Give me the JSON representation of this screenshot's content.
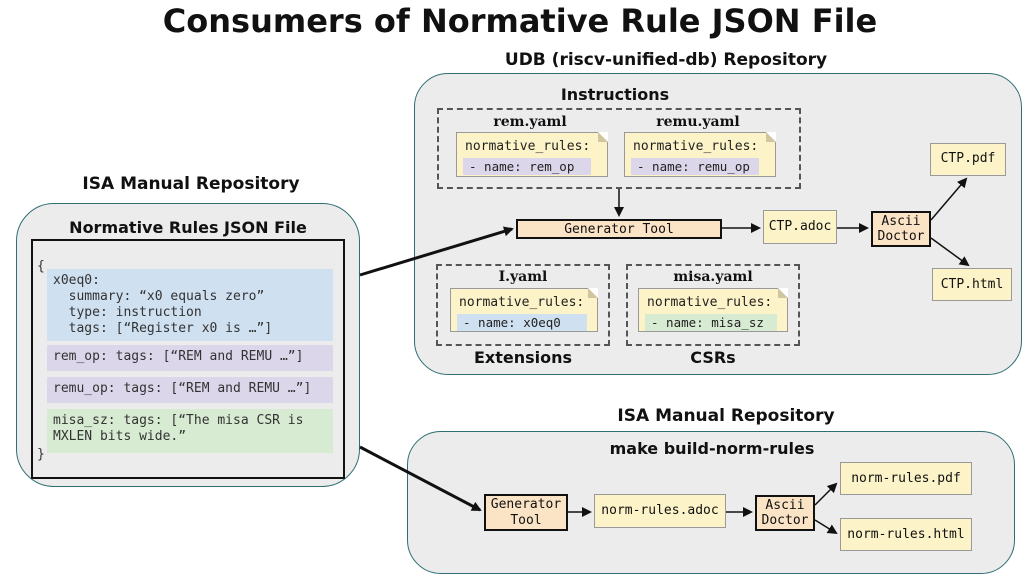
{
  "title": "Consumers of Normative Rule JSON File",
  "left": {
    "repo_heading": "ISA Manual Repository",
    "file_heading": "Normative Rules JSON File",
    "open_brace": "{",
    "close_brace": "}",
    "blocks": [
      {
        "lines": [
          "x0eq0:",
          "  summary: “x0 equals zero”",
          "  type: instruction",
          "  tags: [“Register x0 is …”]"
        ],
        "color": "#cfe0f1"
      },
      {
        "lines": [
          "rem_op: tags: [“REM and REMU …”]"
        ],
        "color": "#dcd6ea"
      },
      {
        "lines": [
          "remu_op: tags: [“REM and REMU …”]"
        ],
        "color": "#dcd6ea"
      },
      {
        "lines": [
          "misa_sz: tags: [“The misa CSR is",
          "MXLEN bits wide.”"
        ],
        "color": "#d7ead2"
      }
    ]
  },
  "udb": {
    "heading": "UDB (riscv-unified-db) Repository",
    "instructions_label": "Instructions",
    "extensions_label": "Extensions",
    "csrs_label": "CSRs",
    "files": [
      {
        "name": "rem.yaml",
        "key": "normative_rules:",
        "value": "- name: rem_op",
        "color": "#dcd6ea"
      },
      {
        "name": "remu.yaml",
        "key": "normative_rules:",
        "value": "- name: remu_op",
        "color": "#dcd6ea"
      },
      {
        "name": "I.yaml",
        "key": "normative_rules:",
        "value": "- name: x0eq0",
        "color": "#cfe0f1"
      },
      {
        "name": "misa.yaml",
        "key": "normative_rules:",
        "value": "- name: misa_sz",
        "color": "#d7ead2"
      }
    ],
    "generator": "Generator Tool",
    "adoc": "CTP.adoc",
    "ascii": [
      "Ascii",
      "Doctor"
    ],
    "pdf": "CTP.pdf",
    "html": "CTP.html"
  },
  "isa": {
    "heading": "ISA Manual Repository",
    "make_label": "make build-norm-rules",
    "generator": [
      "Generator",
      "Tool"
    ],
    "adoc": "norm-rules.adoc",
    "ascii": [
      "Ascii",
      "Doctor"
    ],
    "pdf": "norm-rules.pdf",
    "html": "norm-rules.html"
  }
}
